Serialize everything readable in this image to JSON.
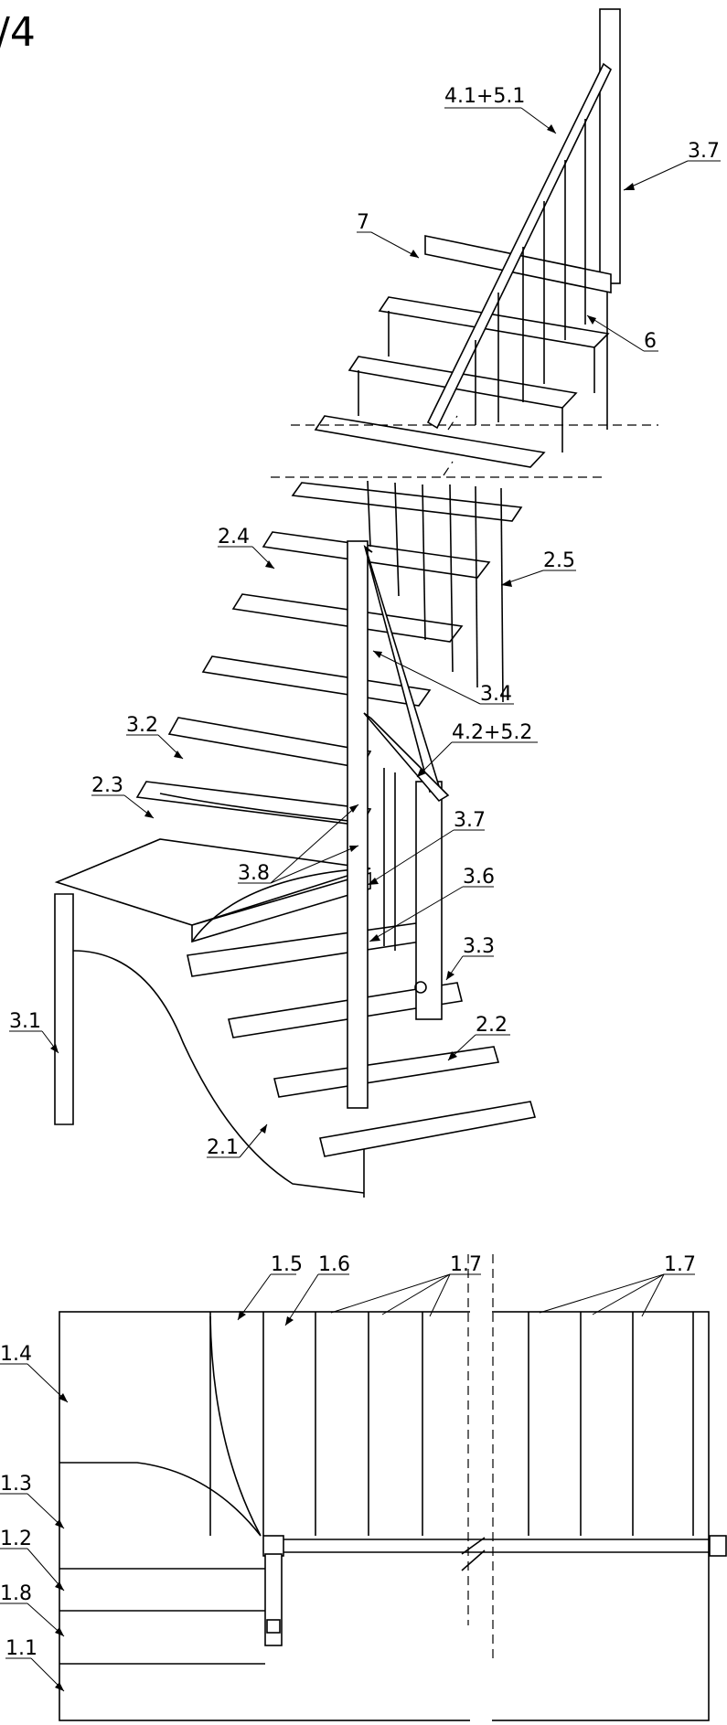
{
  "sheet_number": "/4",
  "callouts": {
    "handrail_upper": "4.1+5.1",
    "post_top": "3.7",
    "kick_panel": "7",
    "baluster": "6",
    "stringer_left": "2.4",
    "stringer_right": "2.5",
    "post_mid": "3.4",
    "handrail_lower": "4.2+5.2",
    "tread_wind_a": "3.2",
    "tread_wind_b": "2.3",
    "post_newel": "3.7",
    "winder_support": "3.8",
    "post_small": "3.6",
    "post_bottom": "3.3",
    "support_leg": "3.1",
    "stringer_bottom": "2.2",
    "stringer_main": "2.1",
    "plan_15": "1.5",
    "plan_16": "1.6",
    "plan_17a": "1.7",
    "plan_17b": "1.7",
    "plan_14": "1.4",
    "plan_13": "1.3",
    "plan_12": "1.2",
    "plan_18": "1.8",
    "plan_11": "1.1"
  }
}
